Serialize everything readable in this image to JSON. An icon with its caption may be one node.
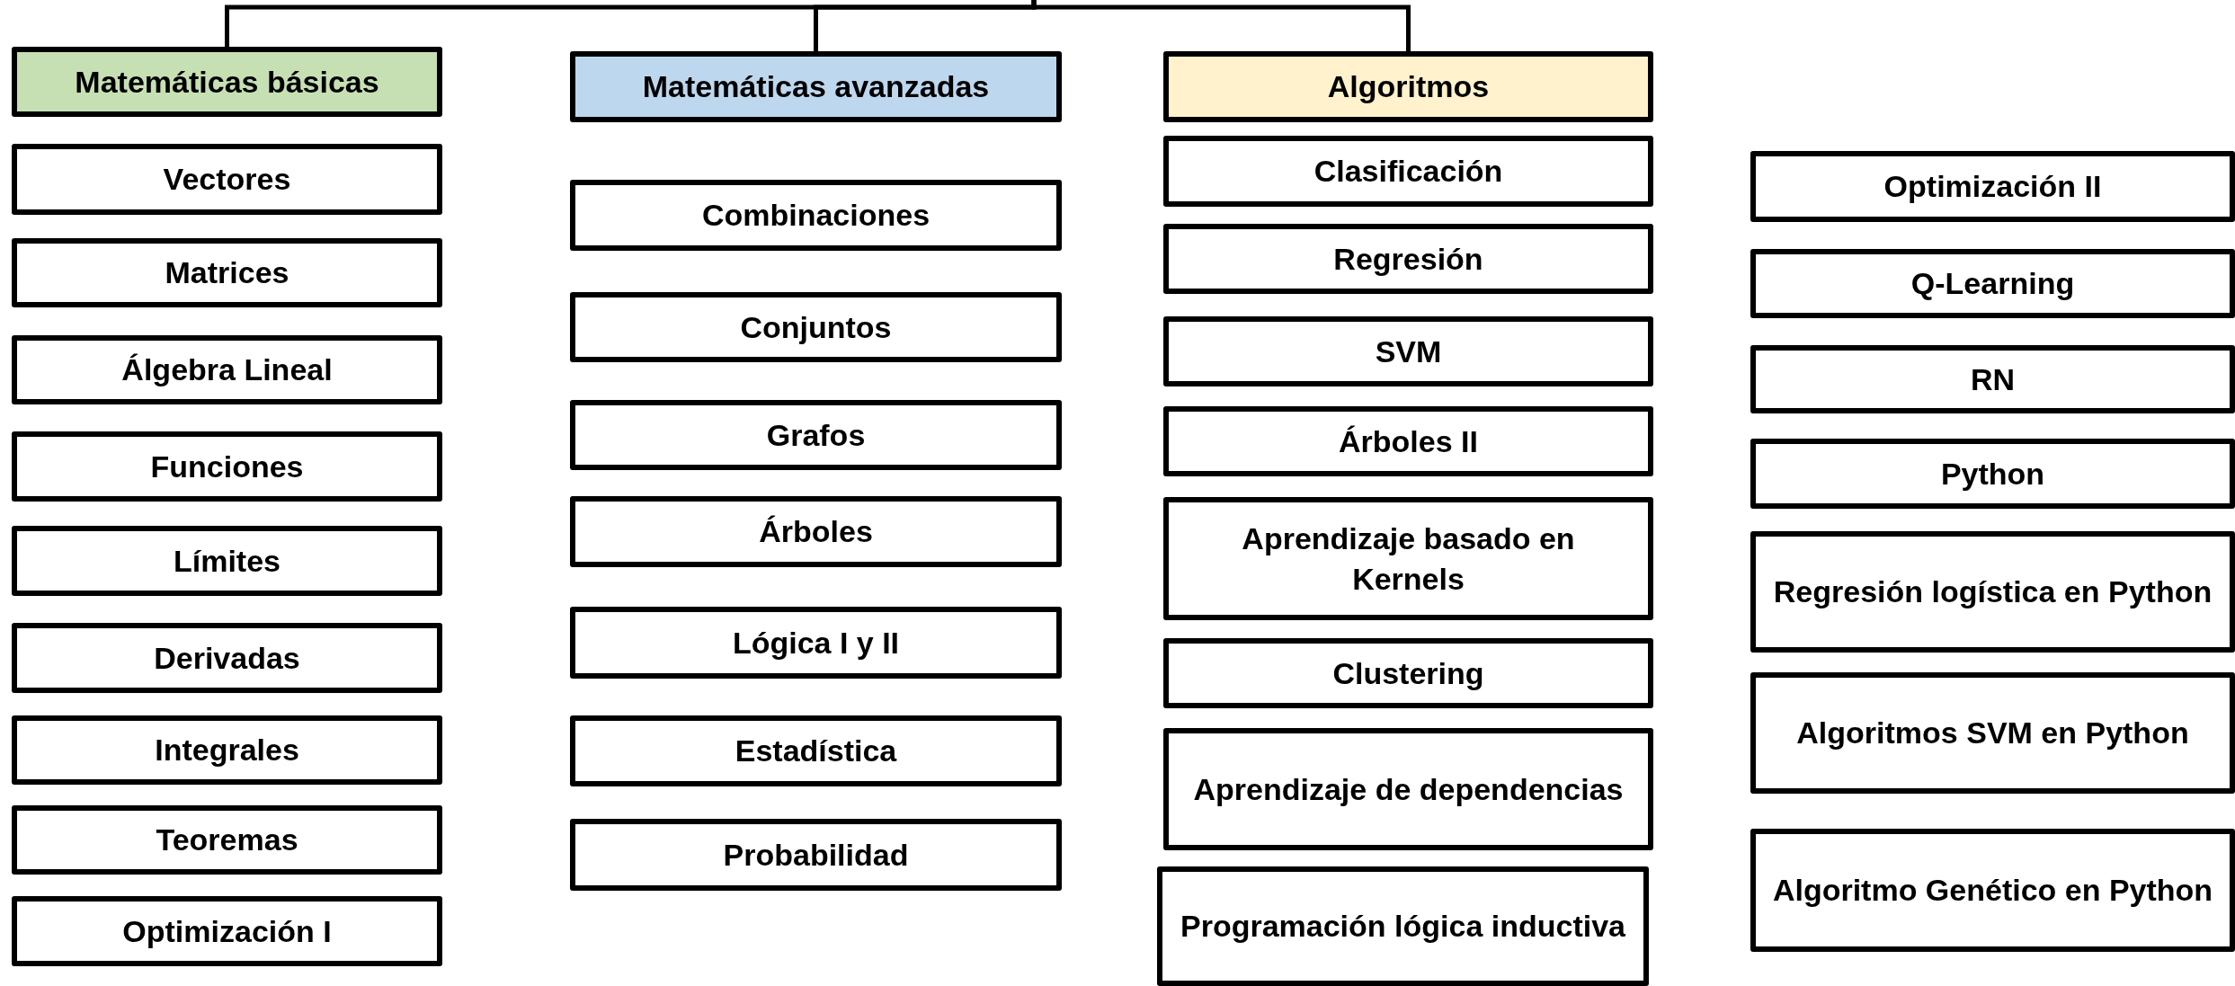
{
  "diagram": {
    "nodes": [
      {
        "text": [
          "Matemáticas básicas"
        ]
      },
      {
        "text": [
          "Vectores"
        ]
      },
      {
        "text": [
          "Matrices"
        ]
      },
      {
        "text": [
          "Álgebra Lineal"
        ]
      },
      {
        "text": [
          "Funciones"
        ]
      },
      {
        "text": [
          "Límites"
        ]
      },
      {
        "text": [
          "Derivadas"
        ]
      },
      {
        "text": [
          "Integrales"
        ]
      },
      {
        "text": [
          "Teoremas"
        ]
      },
      {
        "text": [
          "Optimización I"
        ]
      },
      {
        "text": [
          "Matemáticas avanzadas"
        ]
      },
      {
        "text": [
          "Combinaciones"
        ]
      },
      {
        "text": [
          "Conjuntos"
        ]
      },
      {
        "text": [
          "Grafos"
        ]
      },
      {
        "text": [
          "Árboles"
        ]
      },
      {
        "text": [
          "Lógica I y II"
        ]
      },
      {
        "text": [
          "Estadística"
        ]
      },
      {
        "text": [
          "Probabilidad"
        ]
      },
      {
        "text": [
          "Algoritmos"
        ]
      },
      {
        "text": [
          "Clasificación"
        ]
      },
      {
        "text": [
          "Regresión"
        ]
      },
      {
        "text": [
          "SVM"
        ]
      },
      {
        "text": [
          "Árboles II"
        ]
      },
      {
        "text": [
          "Aprendizaje basado en Kernels"
        ]
      },
      {
        "text": [
          "Clustering"
        ]
      },
      {
        "text": [
          "Aprendizaje de dependencias"
        ]
      },
      {
        "text": [
          "Programación lógica inductiva"
        ]
      },
      {
        "text": [
          "Optimización II"
        ]
      },
      {
        "text": [
          "Q-Learning"
        ]
      },
      {
        "text": [
          "RN"
        ]
      },
      {
        "text": [
          "Python"
        ]
      },
      {
        "text": [
          "Regresión logística en Python"
        ]
      },
      {
        "text": [
          "Algoritmos SVM en Python"
        ]
      },
      {
        "text": [
          "Algoritmo Genético en Python"
        ]
      }
    ],
    "edges": [
      {
        "from": null,
        "to": 0,
        "arrow": "none"
      },
      {
        "from": null,
        "to": 10,
        "arrow": "none"
      },
      {
        "from": null,
        "to": 18,
        "arrow": "none"
      }
    ]
  }
}
